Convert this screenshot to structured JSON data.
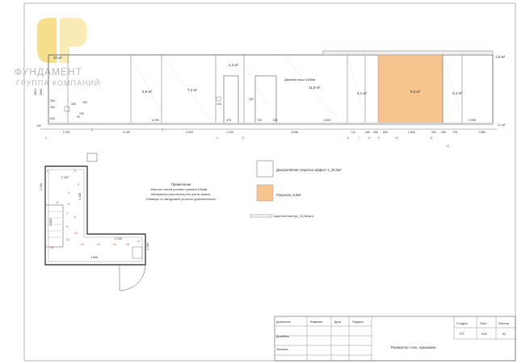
{
  "logo": {
    "line1": "ФУНДАМЕНТ",
    "line2": "ГРУППА КОМПАНИЙ",
    "accent": "#f5d878",
    "gray": "#b8b8b8"
  },
  "elevation": {
    "area_labels": [
      "10 м²",
      "5,9 м²",
      "7,2 м²",
      "2,2 м²",
      "11,5 м²",
      "4,1 м²",
      "6,5 м²",
      "2,4 м²",
      "1,5 м²"
    ],
    "door_label": "Дверная ниша 180мм",
    "left_dims": [
      "2818",
      "2580",
      "260",
      "260",
      "625",
      "100"
    ],
    "small_dims": [
      "280",
      "700",
      "250",
      "90",
      "100",
      "475",
      "250",
      "700",
      "620"
    ],
    "bottom_dims": [
      "2 167",
      "3 100",
      "4 290",
      "2 500",
      "1 220",
      "4 058",
      "4 525",
      "710",
      "450",
      "550",
      "590",
      "1 800",
      "330",
      "280",
      "725",
      "2 895",
      "1 850"
    ],
    "markers": [
      "1",
      "2",
      "3",
      "4",
      "5",
      "6",
      "7",
      "8",
      "9",
      "10",
      "11",
      "12"
    ],
    "right_note": "0,1 м²"
  },
  "notes": {
    "title": "Примечание:",
    "lines": [
      "-Высота стекла условно принята 100мм",
      "-Материалы рассчитаны без учета запаса",
      "-Размеры со звездочкой уточнить дополнительно"
    ]
  },
  "legend": [
    {
      "swatch": "#ffffff",
      "text": "Декоративная покраска эффект 1_36,3м²"
    },
    {
      "swatch": "#f7c38e",
      "text": "Покраска_6,5м²"
    },
    {
      "swatch": "none",
      "text": "Скрытый плинтус_13,364м.п."
    }
  ],
  "plan": {
    "dims": [
      "2 167",
      "1 400",
      "1 400",
      "2 100",
      "4 808",
      "1 100",
      "1 800"
    ],
    "markers": [
      "1",
      "2",
      "3",
      "4",
      "5",
      "6",
      "7",
      "8",
      "9",
      "10",
      "11",
      "12",
      "13",
      "14",
      "15",
      "16",
      "17"
    ]
  },
  "title_block": {
    "headers": [
      "Должность",
      "Фамилия",
      "Дата",
      "Подпись"
    ],
    "roles": [
      "Дизайнер",
      "Заказчик"
    ],
    "sheet_title": "Развертка стен, прихожая",
    "cols": [
      "Стадия",
      "Лист",
      "Листов"
    ],
    "values": [
      "РП",
      "018",
      "32"
    ]
  },
  "colors": {
    "paint": "#f7c38e",
    "red": "#c0392b",
    "line": "#444444"
  }
}
